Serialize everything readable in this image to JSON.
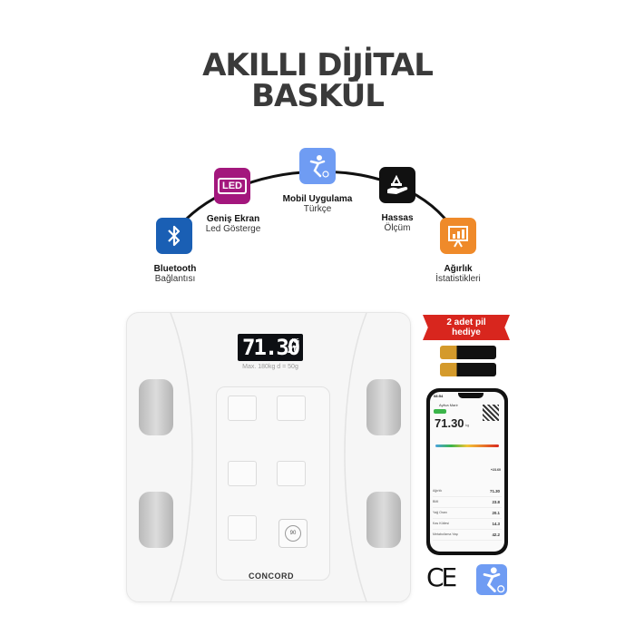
{
  "title": {
    "line1": "AKILLI DİJİTAL",
    "line2": "BASKÜL"
  },
  "features": [
    {
      "id": "bluetooth",
      "bold": "Bluetooth",
      "sub": "Bağlantısı",
      "icon": "bluetooth-icon",
      "color": "#1a5fb4"
    },
    {
      "id": "led",
      "bold": "Geniş Ekran",
      "sub": "Led Gösterge",
      "icon": "led-icon",
      "color": "#a3177d",
      "icon_text": "LED"
    },
    {
      "id": "app",
      "bold": "Mobil Uygulama",
      "sub": "Türkçe",
      "icon": "fitness-app-icon",
      "color": "#6f9cf3"
    },
    {
      "id": "precision",
      "bold": "Hassas",
      "sub": "Ölçüm",
      "icon": "hand-scale-icon",
      "color": "#111111"
    },
    {
      "id": "stats",
      "bold": "Ağırlık",
      "sub": "İstatistikleri",
      "icon": "chart-board-icon",
      "color": "#ef8a2a"
    }
  ],
  "scale": {
    "display_value": "71.30",
    "display_unit": "KG",
    "display_sub": "20",
    "max_text": "Max. 180kg   d = 50g",
    "brand": "CONCORD",
    "knob_label": "90"
  },
  "gift": {
    "line1": "2 adet pil",
    "line2": "hediye"
  },
  "phone": {
    "time": "08:54",
    "user": "Ayliva Marir",
    "weight": "71.30",
    "weight_unit": "kg",
    "rows": [
      {
        "label": "Ağırlık",
        "value": "71.30"
      },
      {
        "label": "BMI",
        "value": "23.8"
      },
      {
        "label": "Yağ Oranı",
        "value": "20.1"
      },
      {
        "label": "Kas Kütlesi",
        "value": "14.3"
      },
      {
        "label": "Metabolizma Yaşı",
        "value": "42.2"
      }
    ],
    "change_value": "+23.60"
  },
  "certification": {
    "ce": "CE"
  },
  "colors": {
    "arc": "#111111",
    "scale_bg": "#f6f6f6",
    "ribbon": "#d8261e"
  }
}
